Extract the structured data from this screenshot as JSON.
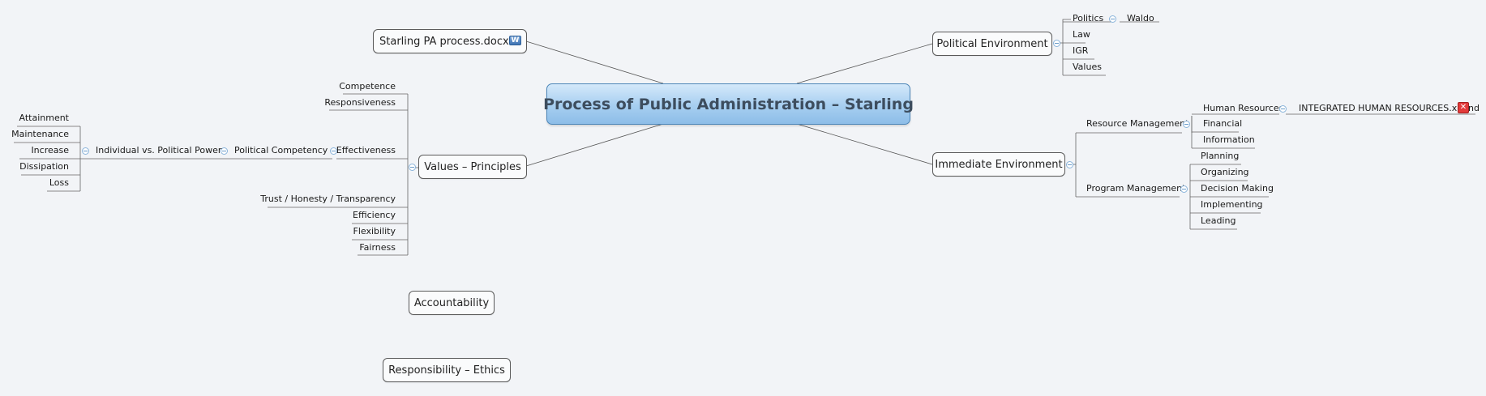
{
  "central": {
    "title": "Process of Public Administration – Starling"
  },
  "branches": {
    "doc_link": {
      "label": "Starling PA process.docx",
      "icon": "word-document-icon"
    },
    "political": {
      "label": "Political Environment",
      "children": {
        "politics": "Politics",
        "waldo": "Waldo",
        "law": "Law",
        "igr": "IGR",
        "values": "Values"
      }
    },
    "immediate": {
      "label": "Immediate Environment",
      "resource_management": "Resource Management",
      "human_resources": "Human Resources",
      "xmind_file": "INTEGRATED HUMAN RESOURCES.xmind",
      "xmind_icon": "xmind-file-icon",
      "financial": "Financial",
      "information": "Information",
      "program_management": "Program Management",
      "planning": "Planning",
      "organizing": "Organizing",
      "decision_making": "Decision Making",
      "implementing": "Implementing",
      "leading": "Leading"
    },
    "values_principles": {
      "label": "Values – Principles",
      "competence": "Competence",
      "responsiveness": "Responsiveness",
      "effectiveness": "Effectiveness",
      "political_competency": "Political Competency",
      "individual_vs_political": "Individual vs. Political Power",
      "attainment": "Attainment",
      "maintenance": "Maintenance",
      "increase": "Increase",
      "dissipation": "Dissipation",
      "loss": "Loss",
      "trust": "Trust / Honesty / Transparency",
      "efficiency": "Efficiency",
      "flexibility": "Flexibility",
      "fairness": "Fairness"
    },
    "accountability": {
      "label": "Accountability"
    },
    "responsibility": {
      "label": "Responsibility – Ethics"
    }
  }
}
